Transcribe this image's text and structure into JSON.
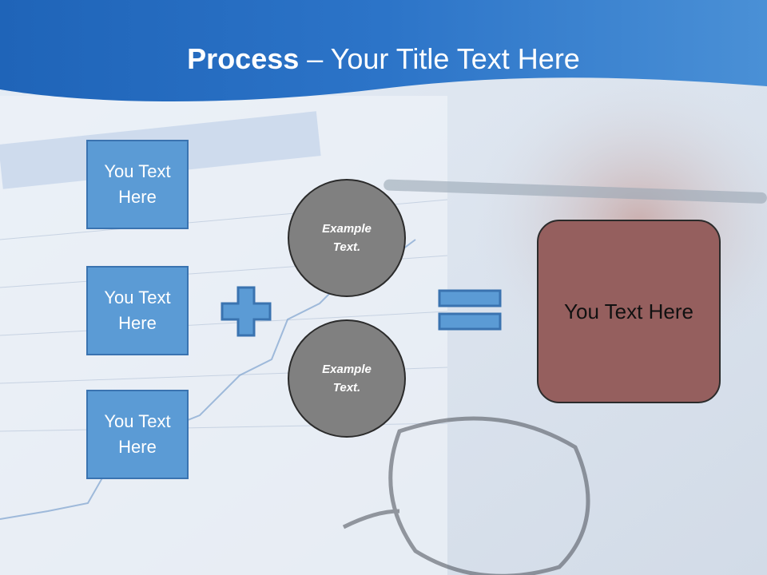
{
  "slide": {
    "title_bold": "Process",
    "title_rest": " – Your Title Text Here"
  },
  "inputs": [
    {
      "label": "You Text Here"
    },
    {
      "label": "You Text Here"
    },
    {
      "label": "You Text Here"
    }
  ],
  "circles": [
    {
      "label": "Example Text."
    },
    {
      "label": "Example Text."
    }
  ],
  "result": {
    "label": "You Text Here"
  },
  "colors": {
    "header": "#2c74c8",
    "box_fill": "#5b9bd5",
    "circle_fill": "#808080",
    "result_fill": "#955f5e"
  }
}
